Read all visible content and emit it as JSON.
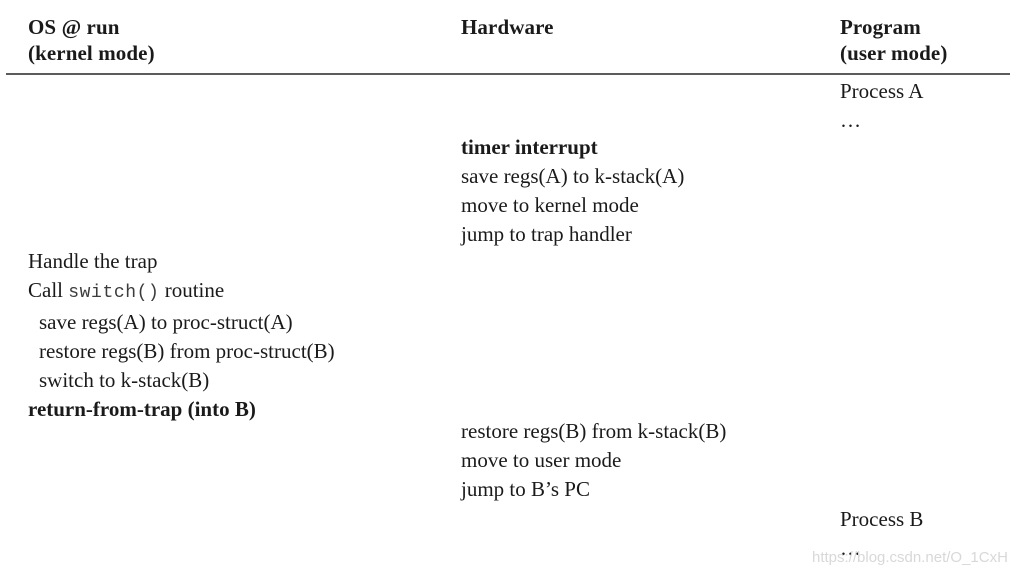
{
  "figure": {
    "columns": [
      {
        "id": "os",
        "title_line1": "OS @ run",
        "title_line2": "(kernel mode)"
      },
      {
        "id": "hardware",
        "title_line1": "Hardware",
        "title_line2": ""
      },
      {
        "id": "program",
        "title_line1": "Program",
        "title_line2": "(user mode)"
      }
    ],
    "rule_color": "#5b5b5b",
    "text_color": "#1a1a1a",
    "background": "#ffffff",
    "blocks": {
      "hardware_interrupt": {
        "lines": [
          {
            "text": "timer interrupt",
            "bold": true,
            "indent": false
          },
          {
            "text": "save regs(A) to k-stack(A)",
            "bold": false,
            "indent": false
          },
          {
            "text": "move to kernel mode",
            "bold": false,
            "indent": false
          },
          {
            "text": "jump to trap handler",
            "bold": false,
            "indent": false
          }
        ]
      },
      "os_switch": {
        "line_handle_trap": "Handle the trap",
        "line_call_prefix": "Call ",
        "line_call_code": "switch()",
        "line_call_suffix": " routine",
        "lines_tail": [
          {
            "text": "save regs(A) to proc-struct(A)",
            "bold": false,
            "indent": true
          },
          {
            "text": "restore regs(B) from proc-struct(B)",
            "bold": false,
            "indent": true
          },
          {
            "text": "switch to k-stack(B)",
            "bold": false,
            "indent": true
          },
          {
            "text": "return-from-trap (into B)",
            "bold": true,
            "indent": false
          }
        ]
      },
      "hardware_return": {
        "lines": [
          {
            "text": "restore regs(B) from k-stack(B)",
            "bold": false,
            "indent": false
          },
          {
            "text": "move to user mode",
            "bold": false,
            "indent": false
          },
          {
            "text": "jump to B’s PC",
            "bold": false,
            "indent": false
          }
        ]
      },
      "program_a": {
        "label": "Process A",
        "ellipsis": "…"
      },
      "program_b": {
        "label": "Process B",
        "ellipsis": "…"
      }
    },
    "watermark": "https://blog.csdn.net/O_1CxH"
  }
}
